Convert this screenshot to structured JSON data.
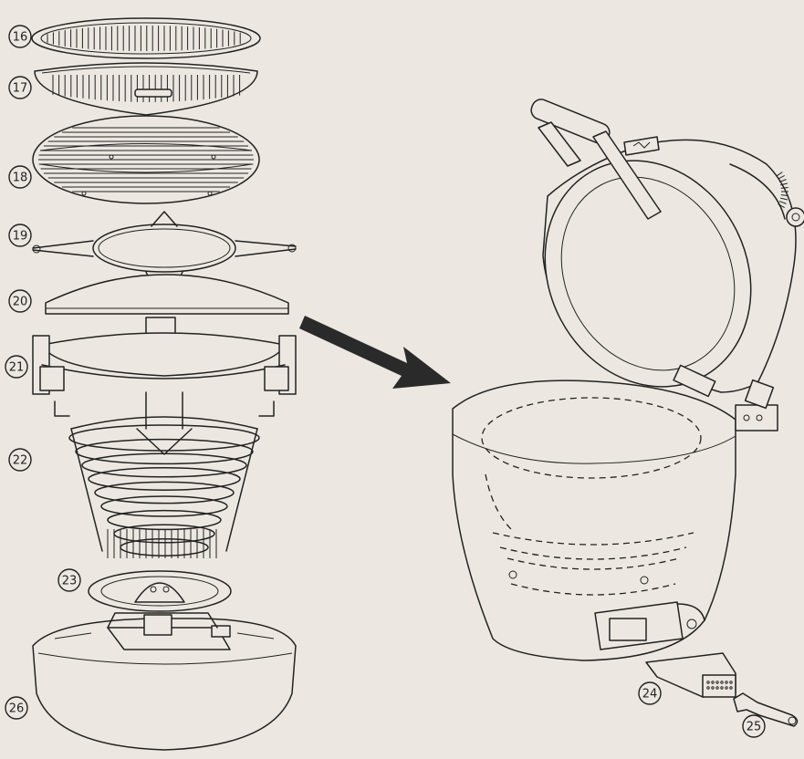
{
  "callouts": [
    {
      "key": "c16",
      "label": "16"
    },
    {
      "key": "c17",
      "label": "17"
    },
    {
      "key": "c18",
      "label": "18"
    },
    {
      "key": "c19",
      "label": "19"
    },
    {
      "key": "c20",
      "label": "20"
    },
    {
      "key": "c21",
      "label": "21"
    },
    {
      "key": "c22",
      "label": "22"
    },
    {
      "key": "c23",
      "label": "23"
    },
    {
      "key": "c24",
      "label": "24"
    },
    {
      "key": "c25",
      "label": "25"
    },
    {
      "key": "c26",
      "label": "26"
    }
  ],
  "colors": {
    "background": "#ece8e1",
    "line": "#222222",
    "arrow": "#2a2a2a"
  }
}
